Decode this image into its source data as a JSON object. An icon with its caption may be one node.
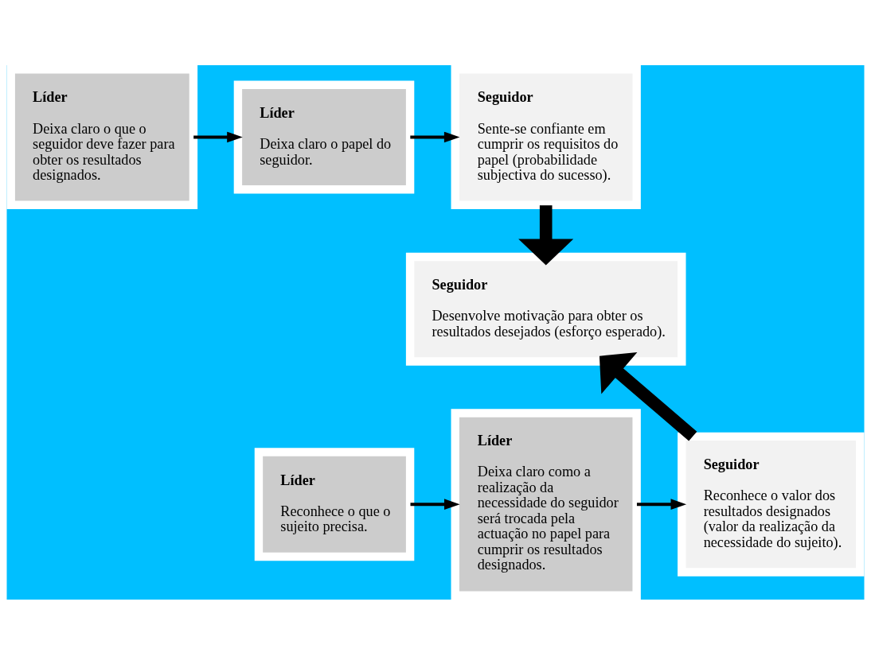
{
  "diagram": {
    "nodes": [
      {
        "text": [
          "Líder",
          "Deixa claro o que o seguidor deve fazer para obter os resultados designados."
        ]
      },
      {
        "text": [
          "Líder",
          "Deixa claro o papel do seguidor."
        ]
      },
      {
        "text": [
          "Seguidor",
          "Sente-se confiante em cumprir os requisitos do papel (probabilidade subjectiva do sucesso)."
        ]
      },
      {
        "text": [
          "Seguidor",
          "Desenvolve motivação para obter os resultados desejados (esforço esperado)."
        ]
      },
      {
        "text": [
          "Líder",
          "Reconhece o que o sujeito precisa."
        ]
      },
      {
        "text": [
          "Líder",
          "Deixa claro como a realização da necessidade do seguidor será trocada pela actuação no papel para cumprir os resultados designados."
        ]
      },
      {
        "text": [
          "Seguidor",
          "Reconhece o valor dos resultados designados (valor da realização da necessidade do sujeito)."
        ]
      }
    ],
    "edges": [
      {
        "from": 0,
        "to": 1,
        "arrow": "to"
      },
      {
        "from": 1,
        "to": 2,
        "arrow": "to"
      },
      {
        "from": 2,
        "to": 3,
        "arrow": "to",
        "style": "thick"
      },
      {
        "from": 4,
        "to": 5,
        "arrow": "to"
      },
      {
        "from": 5,
        "to": 6,
        "arrow": "to"
      },
      {
        "from": 6,
        "to": 3,
        "arrow": "to",
        "style": "thick"
      }
    ]
  }
}
